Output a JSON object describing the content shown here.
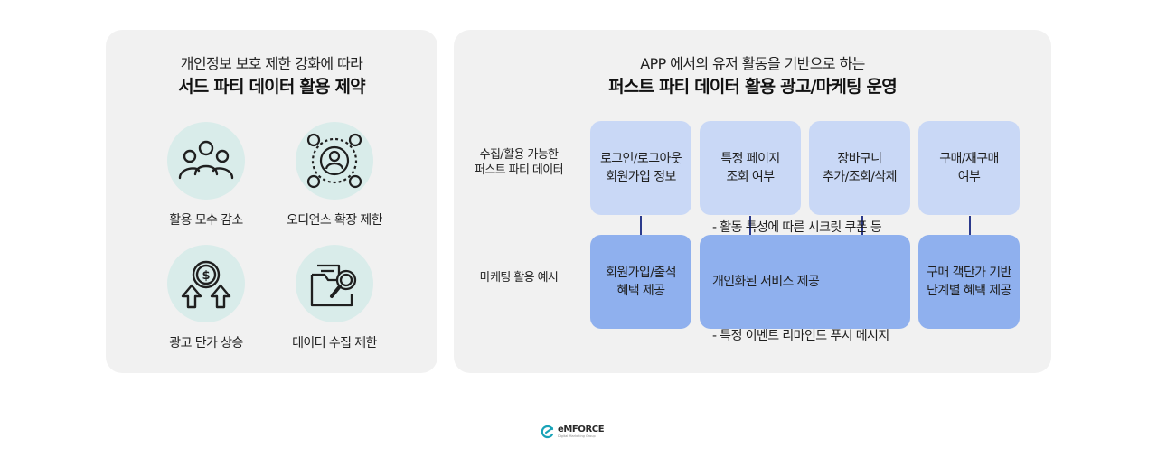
{
  "left": {
    "subtitle": "개인정보 보호 제한 강화에 따라",
    "title": "서드 파티 데이터 활용 제약",
    "items": [
      {
        "label": "활용 모수 감소",
        "icon": "people-group-icon"
      },
      {
        "label": "오디언스 확장 제한",
        "icon": "audience-network-icon"
      },
      {
        "label": "광고 단가 상승",
        "icon": "coin-arrows-up-icon"
      },
      {
        "label": "데이터 수집 제한",
        "icon": "folder-search-icon"
      }
    ]
  },
  "right": {
    "subtitle": "APP 에서의 유저 활동을 기반으로 하는",
    "title": "퍼스트 파티 데이터 활용 광고/마케팅 운영",
    "row1_label": [
      "수집/활용 가능한",
      "퍼스트 파티 데이터"
    ],
    "row2_label": "마케팅 활용 예시",
    "row1_boxes": [
      [
        "로그인/로그아웃",
        "회원가입 정보"
      ],
      [
        "특정 페이지",
        "조회 여부"
      ],
      [
        "장바구니",
        "추가/조회/삭제"
      ],
      [
        "구매/재구매",
        "여부"
      ]
    ],
    "row2_boxes": [
      [
        "회원가입/출석",
        "혜택 제공"
      ],
      [
        "- 활동 특성에 따른 시크릿 쿠폰 등",
        "  개인화된 서비스 제공",
        "- 특정 이벤트 리마인드 푸시 메시지"
      ],
      [
        "구매 객단가 기반",
        "단계별 혜택 제공"
      ]
    ]
  },
  "logo": {
    "text": "eMFORCE",
    "tagline": "Digital Marketing Group"
  },
  "colors": {
    "panel": "#f1f1f1",
    "circle": "#d9ecea",
    "box_light": "#c9d8f6",
    "box_dark": "#8fb0ee",
    "arrow": "#2b3a8c"
  }
}
